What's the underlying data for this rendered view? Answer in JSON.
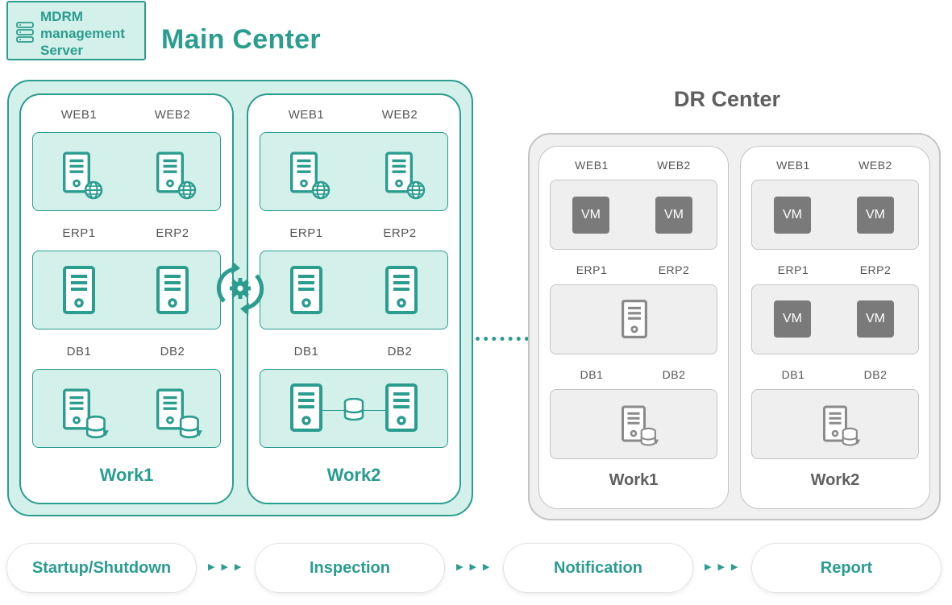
{
  "mdrm": {
    "line1": "MDRM",
    "line2": "management",
    "line3": "Server"
  },
  "main_center": {
    "title": "Main Center",
    "work1": {
      "label": "Work1",
      "web": [
        "WEB1",
        "WEB2"
      ],
      "erp": [
        "ERP1",
        "ERP2"
      ],
      "db": [
        "DB1",
        "DB2"
      ]
    },
    "work2": {
      "label": "Work2",
      "web": [
        "WEB1",
        "WEB2"
      ],
      "erp": [
        "ERP1",
        "ERP2"
      ],
      "db": [
        "DB1",
        "DB2"
      ]
    }
  },
  "dr_center": {
    "title": "DR Center",
    "work1": {
      "label": "Work1",
      "web": [
        "WEB1",
        "WEB2"
      ],
      "erp": [
        "ERP1",
        "ERP2"
      ],
      "db": [
        "DB1",
        "DB2"
      ],
      "vm": "VM"
    },
    "work2": {
      "label": "Work2",
      "web": [
        "WEB1",
        "WEB2"
      ],
      "erp": [
        "ERP1",
        "ERP2"
      ],
      "db": [
        "DB1",
        "DB2"
      ],
      "vm": "VM"
    }
  },
  "process_steps": [
    "Startup/Shutdown",
    "Inspection",
    "Notification",
    "Report"
  ],
  "colors": {
    "accent": "#2a9d8f",
    "accent_light": "#d4f0ea",
    "gray": "#7a7a7a"
  },
  "icons": [
    "server-icon",
    "globe-icon",
    "database-icon",
    "sync-gear-icon",
    "vm-icon"
  ]
}
